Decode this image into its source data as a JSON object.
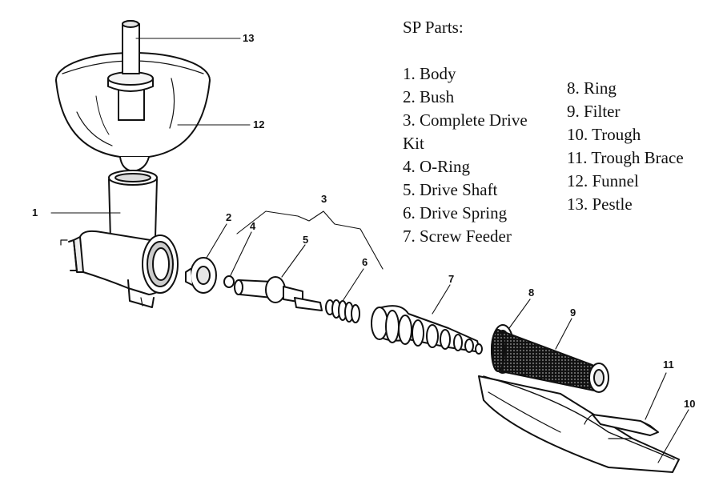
{
  "legend_title": "SP Parts:",
  "parts_left": [
    "1. Body",
    "2. Bush",
    "3. Complete Drive",
    "Kit",
    "4. O-Ring",
    "5. Drive Shaft",
    "6. Drive Spring",
    "7. Screw Feeder"
  ],
  "parts_right": [
    "8. Ring",
    "9. Filter",
    "10. Trough",
    "11. Trough Brace",
    "12. Funnel",
    "13. Pestle"
  ],
  "callouts": {
    "c1": "1",
    "c2": "2",
    "c3": "3",
    "c4": "4",
    "c5": "5",
    "c6": "6",
    "c7": "7",
    "c8": "8",
    "c9": "9",
    "c10": "10",
    "c11": "11",
    "c12": "12",
    "c13": "13"
  }
}
